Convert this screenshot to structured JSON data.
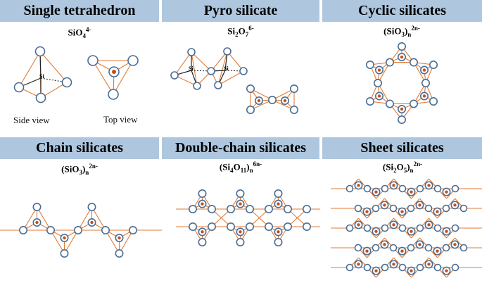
{
  "panels": [
    {
      "title": "Single tetrahedron",
      "formula": {
        "base": "SiO",
        "sub1": "4",
        "mid": "",
        "sub2": "",
        "tail": "",
        "subn": "",
        "sup": "4-"
      }
    },
    {
      "title": "Pyro silicate",
      "formula": {
        "base": "Si",
        "sub1": "2",
        "mid": "O",
        "sub2": "7",
        "tail": "",
        "subn": "",
        "sup": "6-"
      }
    },
    {
      "title": "Cyclic silicates",
      "formula": {
        "base": "(SiO",
        "sub1": "3",
        "mid": "",
        "sub2": "",
        "tail": ")",
        "subn": "n",
        "sup": "2n-"
      }
    },
    {
      "title": "Chain silicates",
      "formula": {
        "base": "(SiO",
        "sub1": "3",
        "mid": "",
        "sub2": "",
        "tail": ")",
        "subn": "n",
        "sup": "2n-"
      }
    },
    {
      "title": "Double-chain silicates",
      "formula": {
        "base": "(Si",
        "sub1": "4",
        "mid": "O",
        "sub2": "11",
        "tail": ")",
        "subn": "n",
        "sup": "6n-"
      }
    },
    {
      "title": "Sheet silicates",
      "formula": {
        "base": "(Si",
        "sub1": "2",
        "mid": "O",
        "sub2": "5",
        "tail": ")",
        "subn": "n",
        "sup": "2n-"
      }
    }
  ],
  "labels": {
    "side_view": "Side view",
    "top_view": "Top view",
    "si": "Si"
  },
  "colors": {
    "header_bg": "#aec7df",
    "bond": "#e07a35",
    "oxygen_stroke": "#4a6d94",
    "silicon_fill": "#c4501c"
  }
}
